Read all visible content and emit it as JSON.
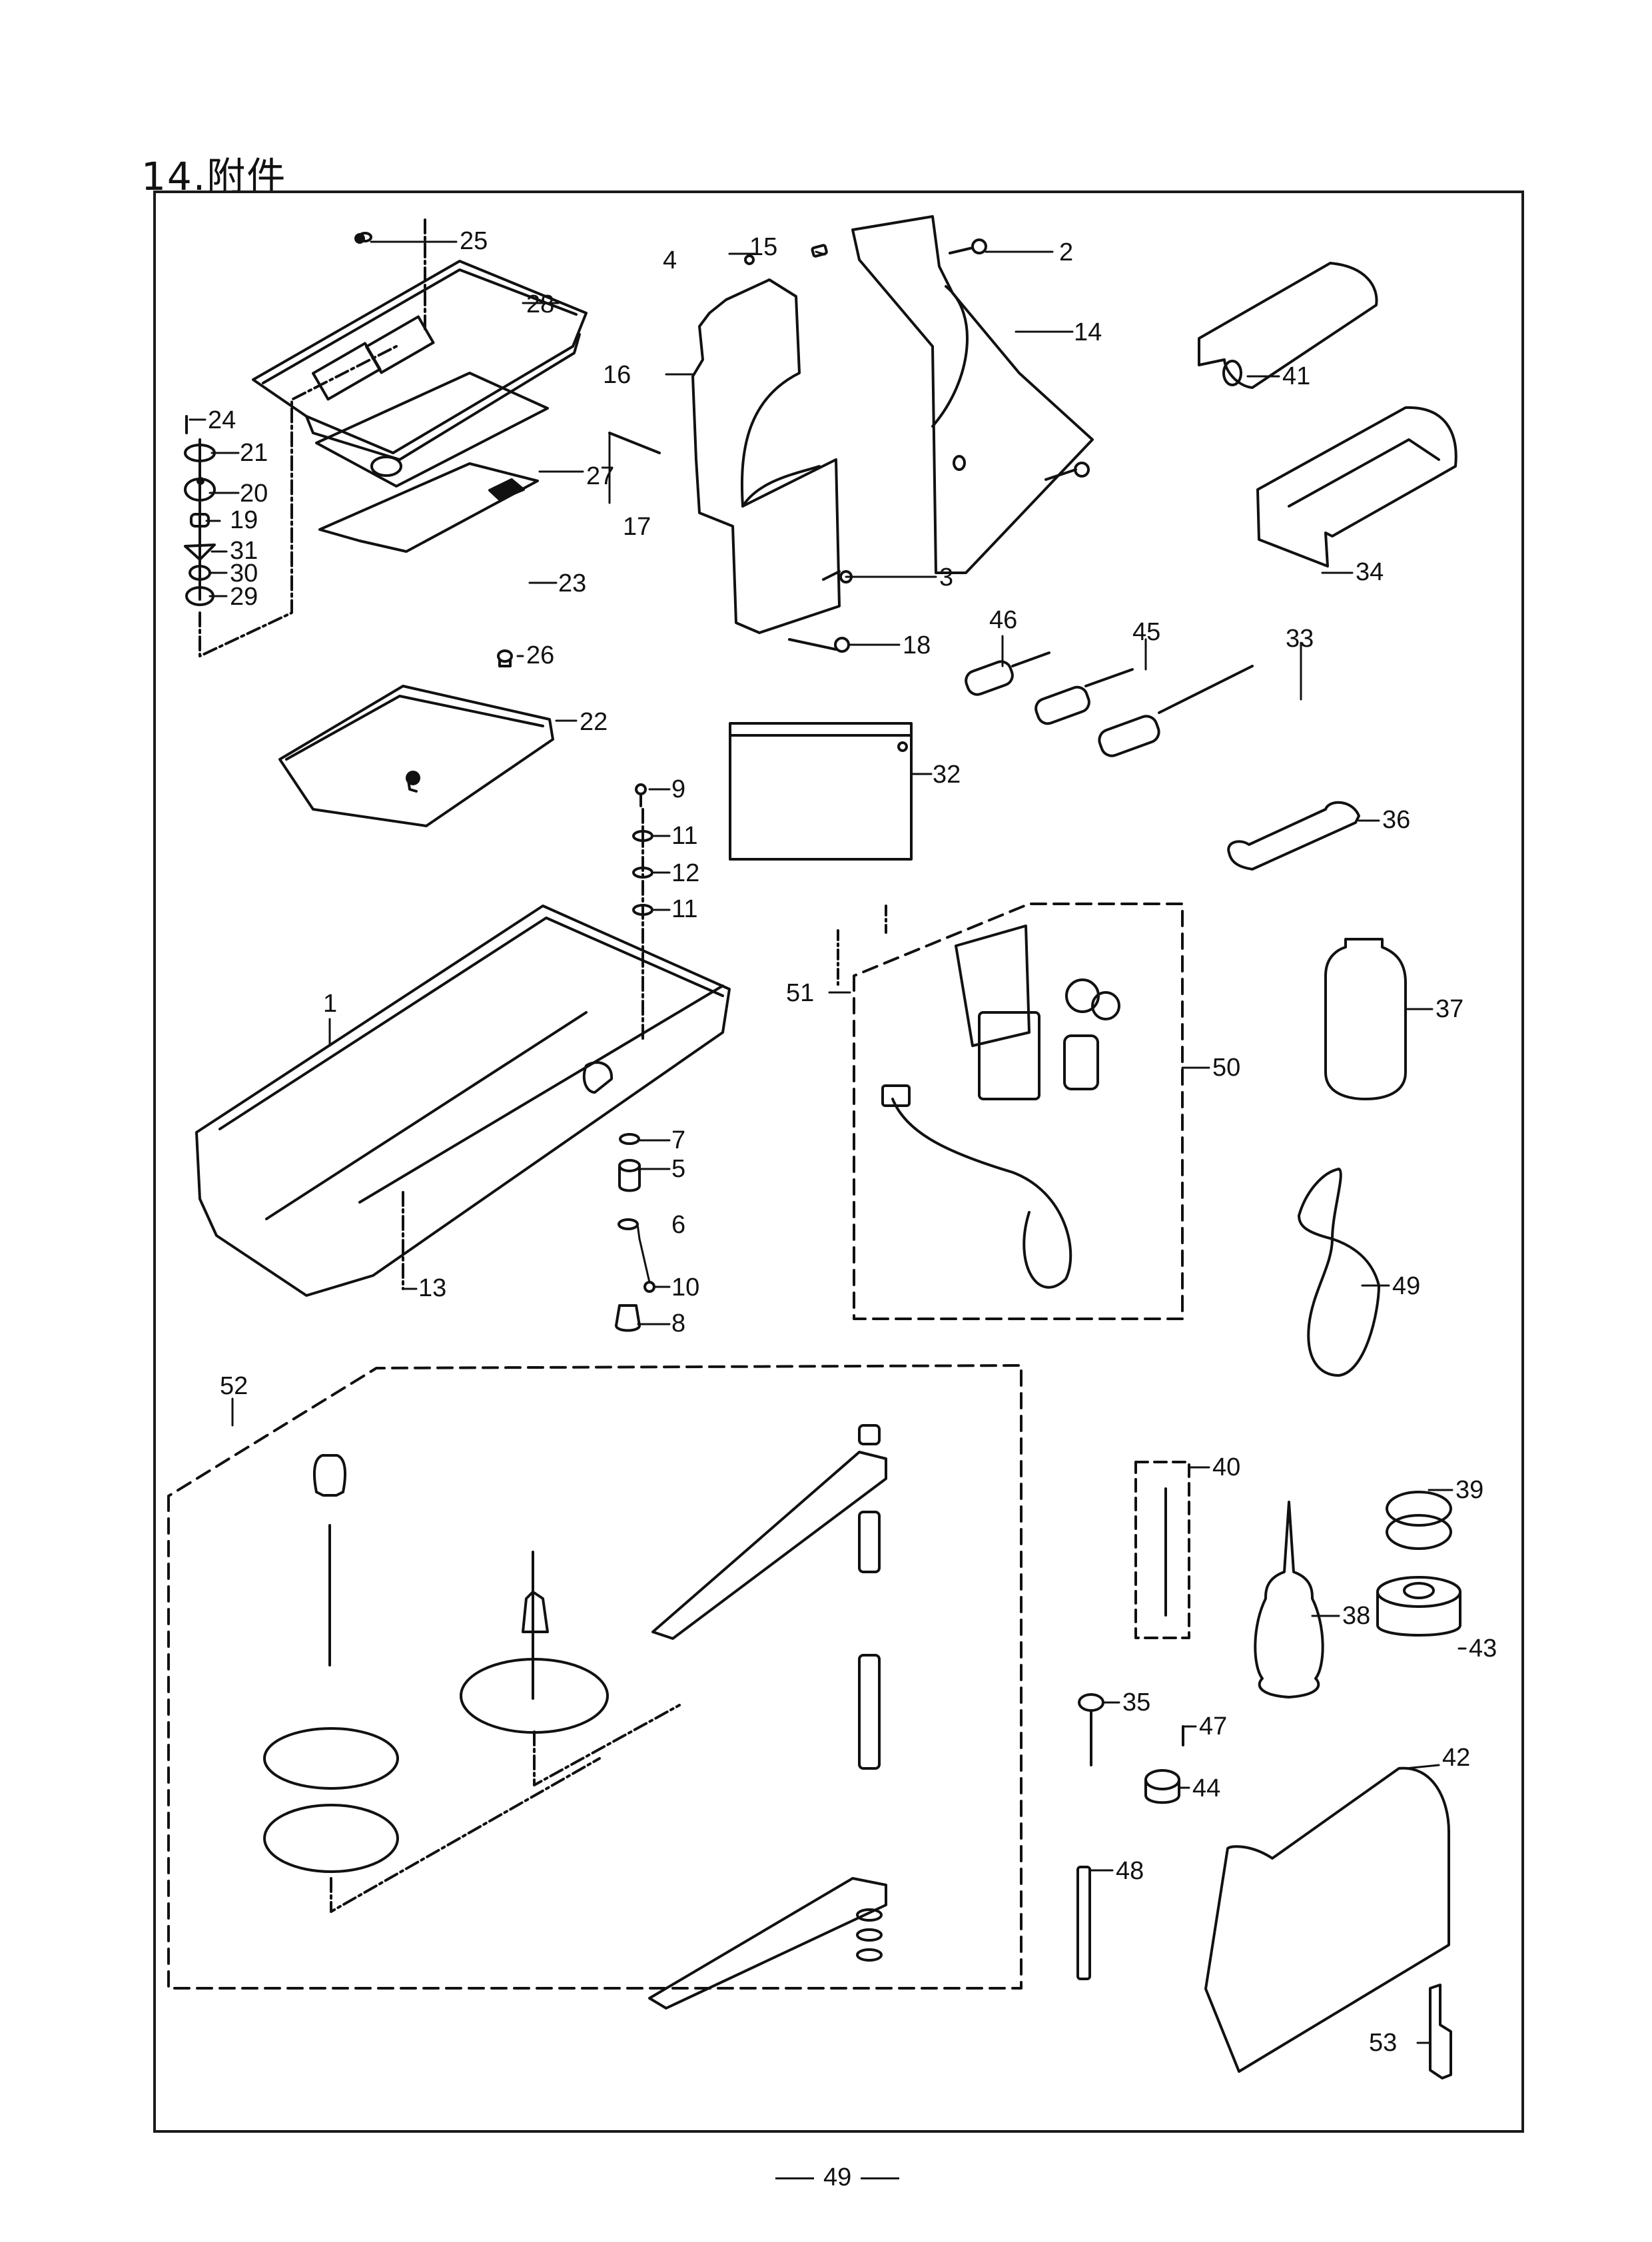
{
  "page": {
    "section_title": "14.附件",
    "page_number": "49"
  },
  "callouts": {
    "c1": "1",
    "c2": "2",
    "c3": "3",
    "c4": "4",
    "c5": "5",
    "c6": "6",
    "c7": "7",
    "c8": "8",
    "c9": "9",
    "c10": "10",
    "c11a": "11",
    "c11b": "11",
    "c12": "12",
    "c13": "13",
    "c14": "14",
    "c15": "15",
    "c16": "16",
    "c17": "17",
    "c18": "18",
    "c19": "19",
    "c20": "20",
    "c21": "21",
    "c22": "22",
    "c23": "23",
    "c24": "24",
    "c25": "25",
    "c26": "26",
    "c27": "27",
    "c28": "28",
    "c29": "29",
    "c30": "30",
    "c31": "31",
    "c32": "32",
    "c33": "33",
    "c34": "34",
    "c35": "35",
    "c36": "36",
    "c37": "37",
    "c38": "38",
    "c39": "39",
    "c40": "40",
    "c41": "41",
    "c42": "42",
    "c43": "43",
    "c44": "44",
    "c45": "45",
    "c46": "46",
    "c47": "47",
    "c48": "48",
    "c49": "49",
    "c50": "50",
    "c51": "51",
    "c52": "52",
    "c53": "53"
  },
  "colors": {
    "ink": "#111111",
    "paper": "#ffffff"
  }
}
